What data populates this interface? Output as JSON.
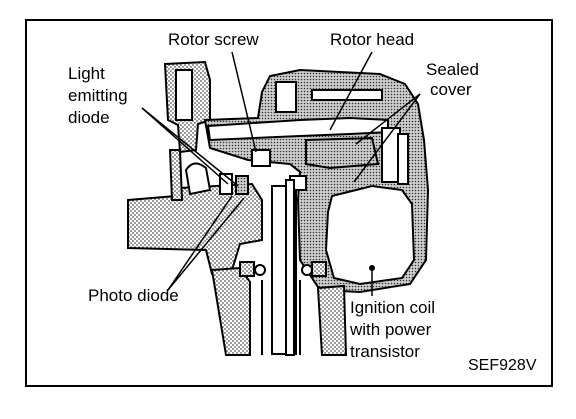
{
  "labels": {
    "rotor_screw": "Rotor screw",
    "rotor_head": "Rotor head",
    "sealed_cover_1": "Sealed",
    "sealed_cover_2": "cover",
    "led_1": "Light",
    "led_2": "emitting",
    "led_3": "diode",
    "photo_diode": "Photo diode",
    "coil_1": "Ignition coil",
    "coil_2": "with power",
    "coil_3": "transistor",
    "figure_code": "SEF928V"
  },
  "colors": {
    "line": "#000000",
    "hatch": "#7a7a7a",
    "background": "#ffffff"
  }
}
